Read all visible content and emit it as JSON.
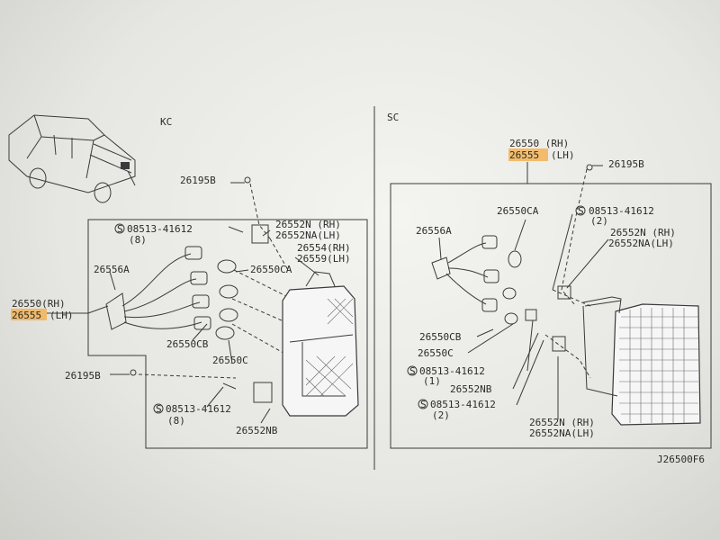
{
  "kc": {
    "title": "KC",
    "p26195b_top": "26195B",
    "screw_top_code": "08513-41612",
    "screw_top_qty": "(8)",
    "p26552n": "26552N (RH)",
    "p26552na": "26552NA(LH)",
    "p26554": "26554(RH)",
    "p26559": "26559(LH)",
    "p26556a": "26556A",
    "p26550ca": "26550CA",
    "p26550_rh": "26550(RH)",
    "p26555_code": "26555",
    "p26555_side": "(LH)",
    "p26550cb": "26550CB",
    "p26550c": "26550C",
    "p26195b_bottom": "26195B",
    "screw_bot_code": "08513-41612",
    "screw_bot_qty": "(8)",
    "p26552nb": "26552NB"
  },
  "sc": {
    "title": "SC",
    "p26550_rh": "26550 (RH)",
    "p26555_code": "26555",
    "p26555_side": "(LH)",
    "p26195b": "26195B",
    "p26550ca": "26550CA",
    "screw_a_code": "08513-41612",
    "screw_a_qty": "(2)",
    "p26556a": "26556A",
    "p26552n": "26552N (RH)",
    "p26552na": "26552NA(LH)",
    "p26550cb": "26550CB",
    "p26550c": "26550C",
    "screw_b_code": "08513-41612",
    "screw_b_qty": "(1)",
    "p26552nb": "26552NB",
    "screw_c_code": "08513-41612",
    "screw_c_qty": "(2)",
    "p26552n_b": "26552N (RH)",
    "p26552na_b": "26552NA(LH)"
  },
  "figure_code": "J26500F6",
  "symbols": {
    "screw_symbol": "S"
  },
  "colors": {
    "highlight": "#f2b356",
    "ink": "#2b2b2b"
  }
}
